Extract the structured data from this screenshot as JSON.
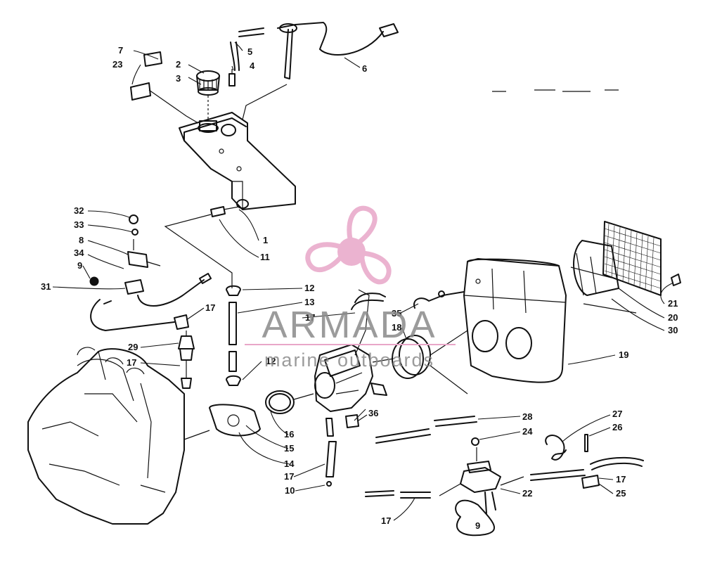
{
  "watermark": {
    "brand": "ARMADA",
    "tagline": "marine outboards",
    "brand_color": "#8a8a8a",
    "logo_color": "#e8a6c8"
  },
  "callouts": [
    {
      "id": "c1",
      "label": "1"
    },
    {
      "id": "c2",
      "label": "2"
    },
    {
      "id": "c3",
      "label": "3"
    },
    {
      "id": "c4",
      "label": "4"
    },
    {
      "id": "c5",
      "label": "5"
    },
    {
      "id": "c6",
      "label": "6"
    },
    {
      "id": "c7",
      "label": "7"
    },
    {
      "id": "c8",
      "label": "8"
    },
    {
      "id": "c9",
      "label": "9"
    },
    {
      "id": "c10",
      "label": "10"
    },
    {
      "id": "c11",
      "label": "11"
    },
    {
      "id": "c12a",
      "label": "12"
    },
    {
      "id": "c12b",
      "label": "12"
    },
    {
      "id": "c13",
      "label": "13"
    },
    {
      "id": "c14",
      "label": "14"
    },
    {
      "id": "c15",
      "label": "15"
    },
    {
      "id": "c16",
      "label": "16"
    },
    {
      "id": "c17a",
      "label": "17"
    },
    {
      "id": "c17b",
      "label": "17"
    },
    {
      "id": "c17c",
      "label": "17"
    },
    {
      "id": "c17d",
      "label": "17"
    },
    {
      "id": "c17e",
      "label": "17"
    },
    {
      "id": "c17f",
      "label": "17"
    },
    {
      "id": "c18",
      "label": "18"
    },
    {
      "id": "c19",
      "label": "19"
    },
    {
      "id": "c20",
      "label": "20"
    },
    {
      "id": "c21",
      "label": "21"
    },
    {
      "id": "c22",
      "label": "22"
    },
    {
      "id": "c23",
      "label": "23"
    },
    {
      "id": "c24",
      "label": "24"
    },
    {
      "id": "c25",
      "label": "25"
    },
    {
      "id": "c26",
      "label": "26"
    },
    {
      "id": "c27",
      "label": "27"
    },
    {
      "id": "c28",
      "label": "28"
    },
    {
      "id": "c29",
      "label": "29"
    },
    {
      "id": "c30",
      "label": "30"
    },
    {
      "id": "c31",
      "label": "31"
    },
    {
      "id": "c32",
      "label": "32"
    },
    {
      "id": "c33",
      "label": "33"
    },
    {
      "id": "c34",
      "label": "34"
    },
    {
      "id": "c35",
      "label": "35"
    },
    {
      "id": "c36",
      "label": "36"
    },
    {
      "id": "c9b",
      "label": "9"
    }
  ]
}
